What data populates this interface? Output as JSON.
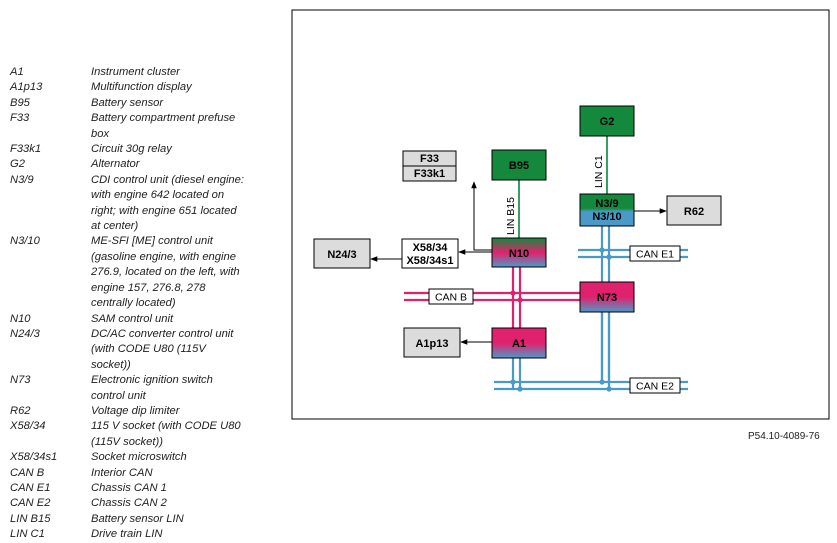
{
  "legend": [
    {
      "code": "A1",
      "desc": [
        "Instrument cluster"
      ]
    },
    {
      "code": "A1p13",
      "desc": [
        "Multifunction display"
      ]
    },
    {
      "code": "B95",
      "desc": [
        "Battery sensor"
      ]
    },
    {
      "code": "F33",
      "desc": [
        "Battery compartment prefuse",
        "box"
      ]
    },
    {
      "code": "F33k1",
      "desc": [
        "Circuit 30g relay"
      ]
    },
    {
      "code": "G2",
      "desc": [
        "Alternator"
      ]
    },
    {
      "code": "N3/9",
      "desc": [
        "CDI control unit (diesel engine:",
        "with engine 642 located on",
        "right; with engine 651 located",
        "at center)"
      ]
    },
    {
      "code": "N3/10",
      "desc": [
        "ME-SFI [ME] control unit",
        "(gasoline engine, with engine",
        "276.9, located on the left, with",
        "engine 157, 276.8, 278",
        "centrally located)"
      ]
    },
    {
      "code": "N10",
      "desc": [
        "SAM control unit"
      ]
    },
    {
      "code": "N24/3",
      "desc": [
        "DC/AC converter control unit",
        "(with CODE U80 (115V",
        "socket))"
      ]
    },
    {
      "code": "N73",
      "desc": [
        "Electronic ignition switch",
        "control unit"
      ]
    },
    {
      "code": "R62",
      "desc": [
        "Voltage dip limiter"
      ]
    },
    {
      "code": "X58/34",
      "desc": [
        "115 V socket (with CODE U80",
        "(115V socket))"
      ]
    },
    {
      "code": "X58/34s1",
      "desc": [
        "Socket microswitch"
      ]
    },
    {
      "code": "CAN B",
      "desc": [
        "Interior CAN"
      ]
    },
    {
      "code": "CAN E1",
      "desc": [
        "Chassis CAN 1"
      ]
    },
    {
      "code": "CAN E2",
      "desc": [
        "Chassis CAN 2"
      ]
    },
    {
      "code": "LIN B15",
      "desc": [
        "Battery sensor LIN"
      ]
    },
    {
      "code": "LIN C1",
      "desc": [
        "Drive train LIN"
      ]
    }
  ],
  "diagram": {
    "reference": "P54.10-4089-76",
    "blocks": {
      "g2": "G2",
      "b95": "B95",
      "f33": "F33",
      "f33k1": "F33k1",
      "n3_9": "N3/9",
      "n3_10": "N3/10",
      "r62": "R62",
      "n24_3": "N24/3",
      "x58_34": "X58/34",
      "x58_34s1": "X58/34s1",
      "n10": "N10",
      "n73": "N73",
      "a1p13": "A1p13",
      "a1": "A1"
    },
    "bus_labels": {
      "can_b": "CAN B",
      "can_e1": "CAN E1",
      "can_e2": "CAN E2",
      "lin_b15": "LIN B15",
      "lin_c1": "LIN C1"
    },
    "colors": {
      "can_b": "#e0226e",
      "can_e": "#4a9ac8",
      "lin": "#1e9650",
      "green_block": "#14893e",
      "grey_block": "#dcdcdc"
    }
  }
}
